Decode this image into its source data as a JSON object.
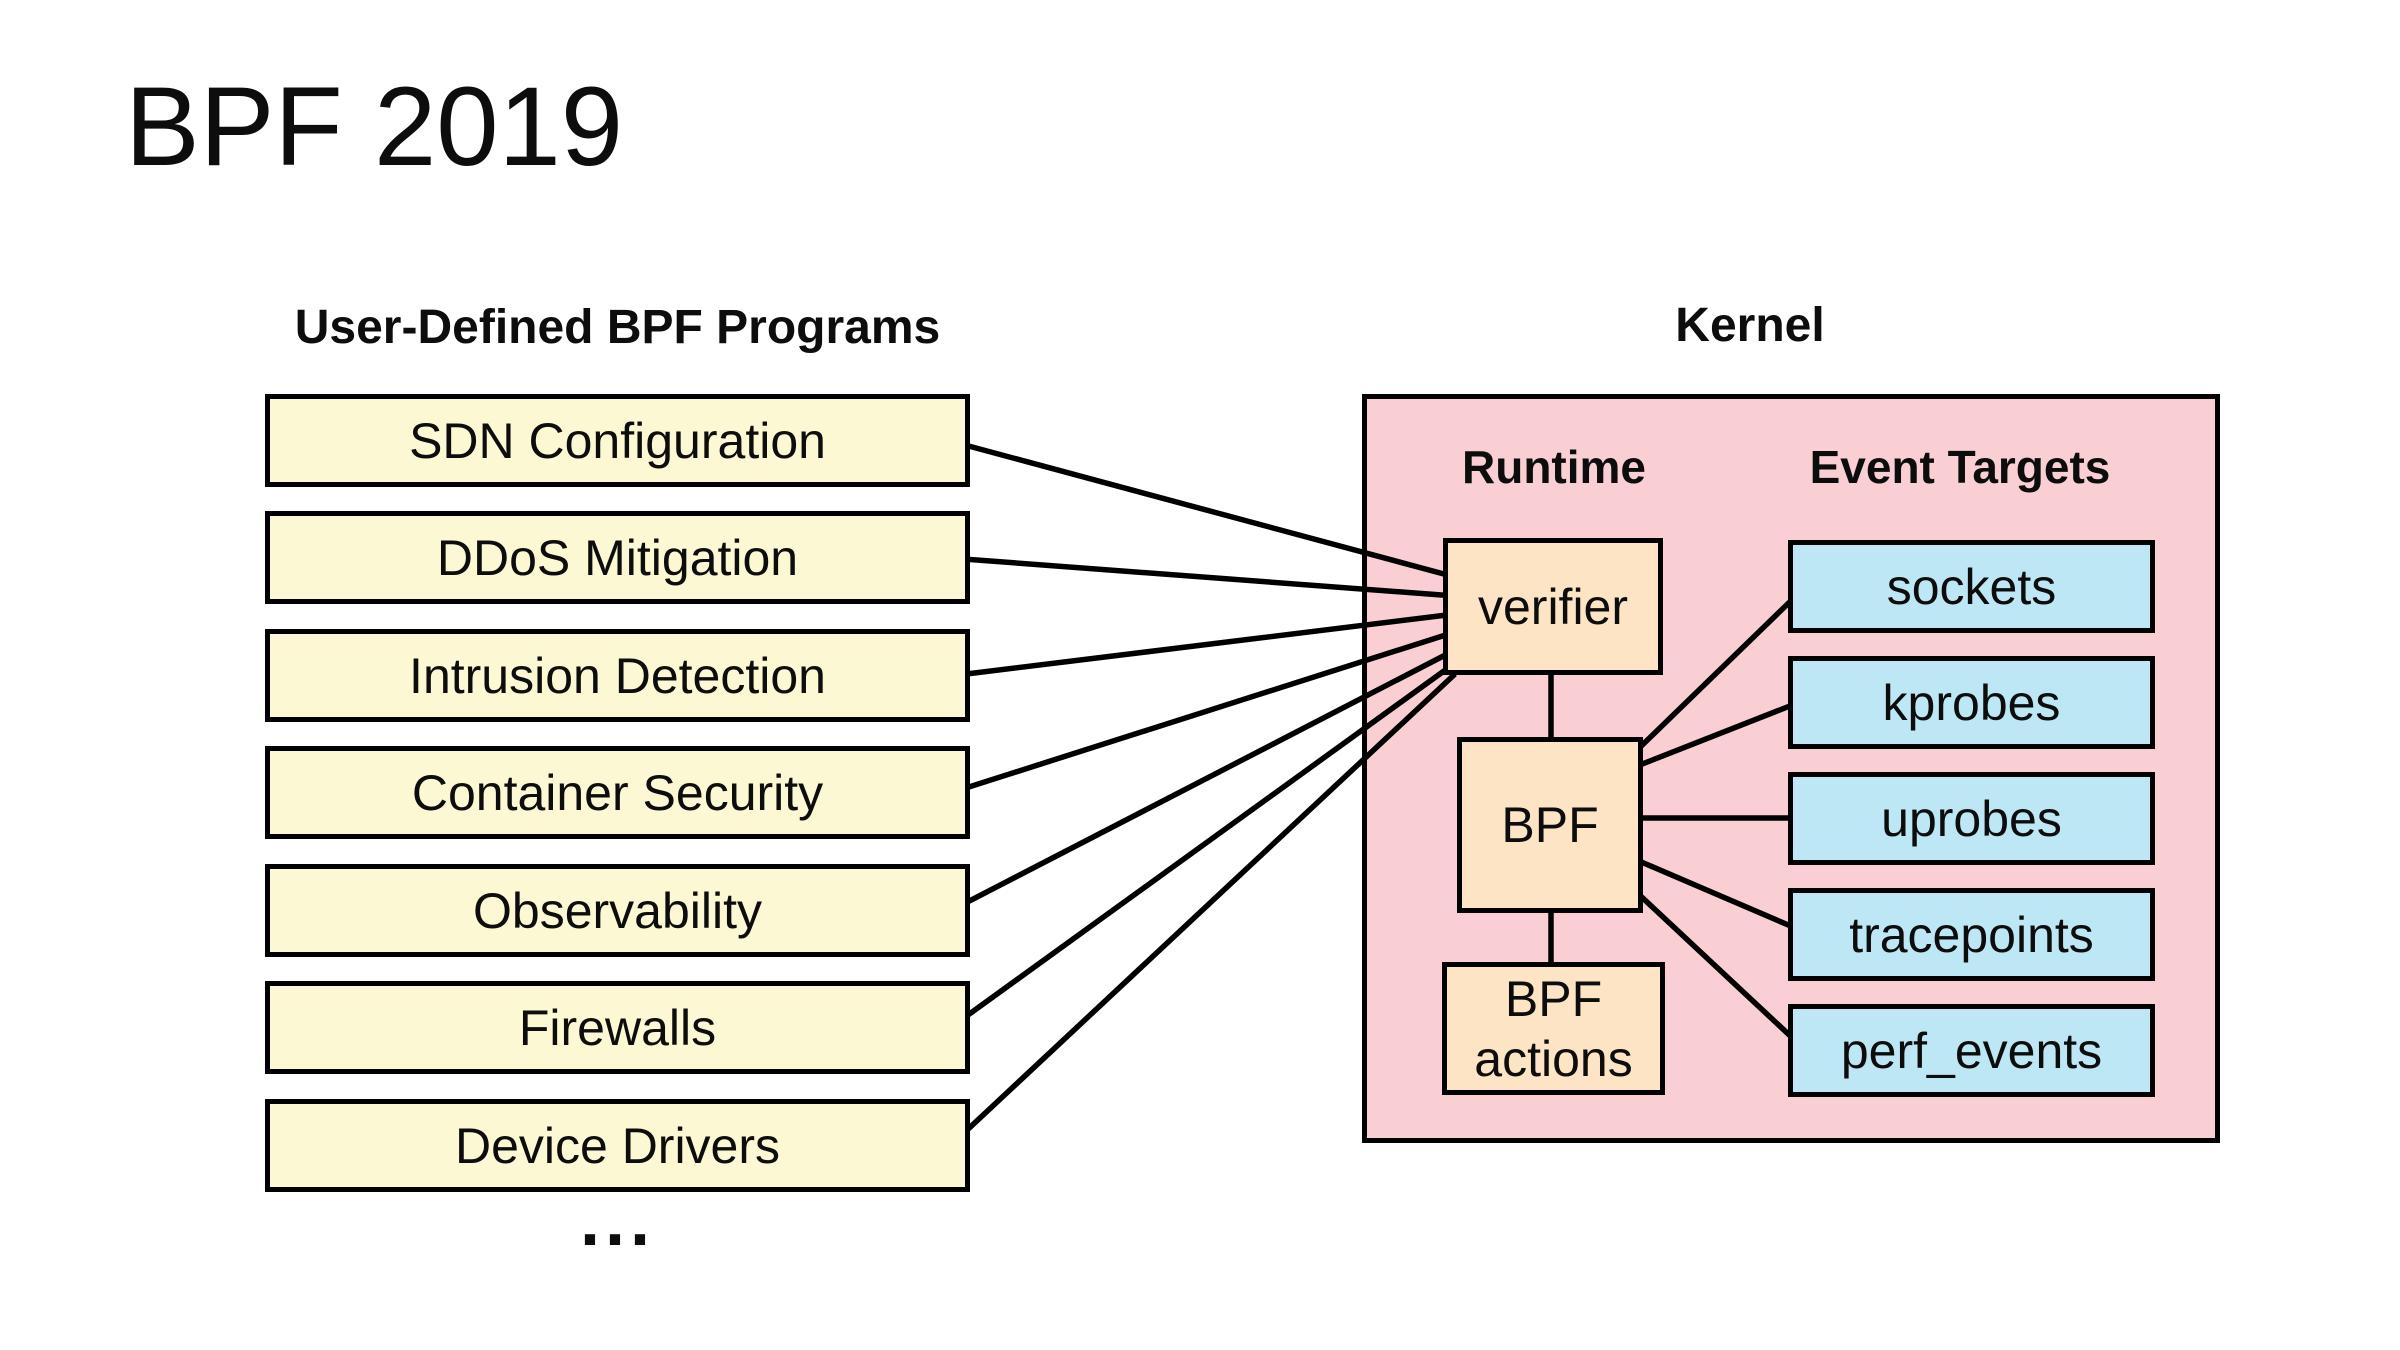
{
  "title": "BPF 2019",
  "colors": {
    "program-fill": "#FBF8D3",
    "kernel-fill": "#F9CFD4",
    "runtime-fill": "#FCE4C5",
    "target-fill": "#BEE7F6",
    "line": "#000000",
    "text": "#0d0d0d"
  },
  "left_column": {
    "header": "User-Defined BPF Programs",
    "programs": [
      "SDN Configuration",
      "DDoS Mitigation",
      "Intrusion Detection",
      "Container Security",
      "Observability",
      "Firewalls",
      "Device Drivers"
    ],
    "more_indicator": "..."
  },
  "kernel": {
    "header": "Kernel",
    "runtime": {
      "header": "Runtime",
      "verifier_label": "verifier",
      "bpf_label": "BPF",
      "bpf_actions_label": "BPF actions"
    },
    "event_targets": {
      "header": "Event Targets",
      "targets": [
        "sockets",
        "kprobes",
        "uprobes",
        "tracepoints",
        "perf_events"
      ]
    }
  },
  "connections": [
    {
      "from": "SDN Configuration",
      "to": "verifier"
    },
    {
      "from": "DDoS Mitigation",
      "to": "verifier"
    },
    {
      "from": "Intrusion Detection",
      "to": "verifier"
    },
    {
      "from": "Container Security",
      "to": "verifier"
    },
    {
      "from": "Observability",
      "to": "verifier"
    },
    {
      "from": "Firewalls",
      "to": "verifier"
    },
    {
      "from": "Device Drivers",
      "to": "verifier"
    },
    {
      "from": "verifier",
      "to": "BPF"
    },
    {
      "from": "BPF",
      "to": "BPF actions"
    },
    {
      "from": "BPF",
      "to": "sockets"
    },
    {
      "from": "BPF",
      "to": "kprobes"
    },
    {
      "from": "BPF",
      "to": "uprobes"
    },
    {
      "from": "BPF",
      "to": "tracepoints"
    },
    {
      "from": "BPF",
      "to": "perf_events"
    }
  ]
}
